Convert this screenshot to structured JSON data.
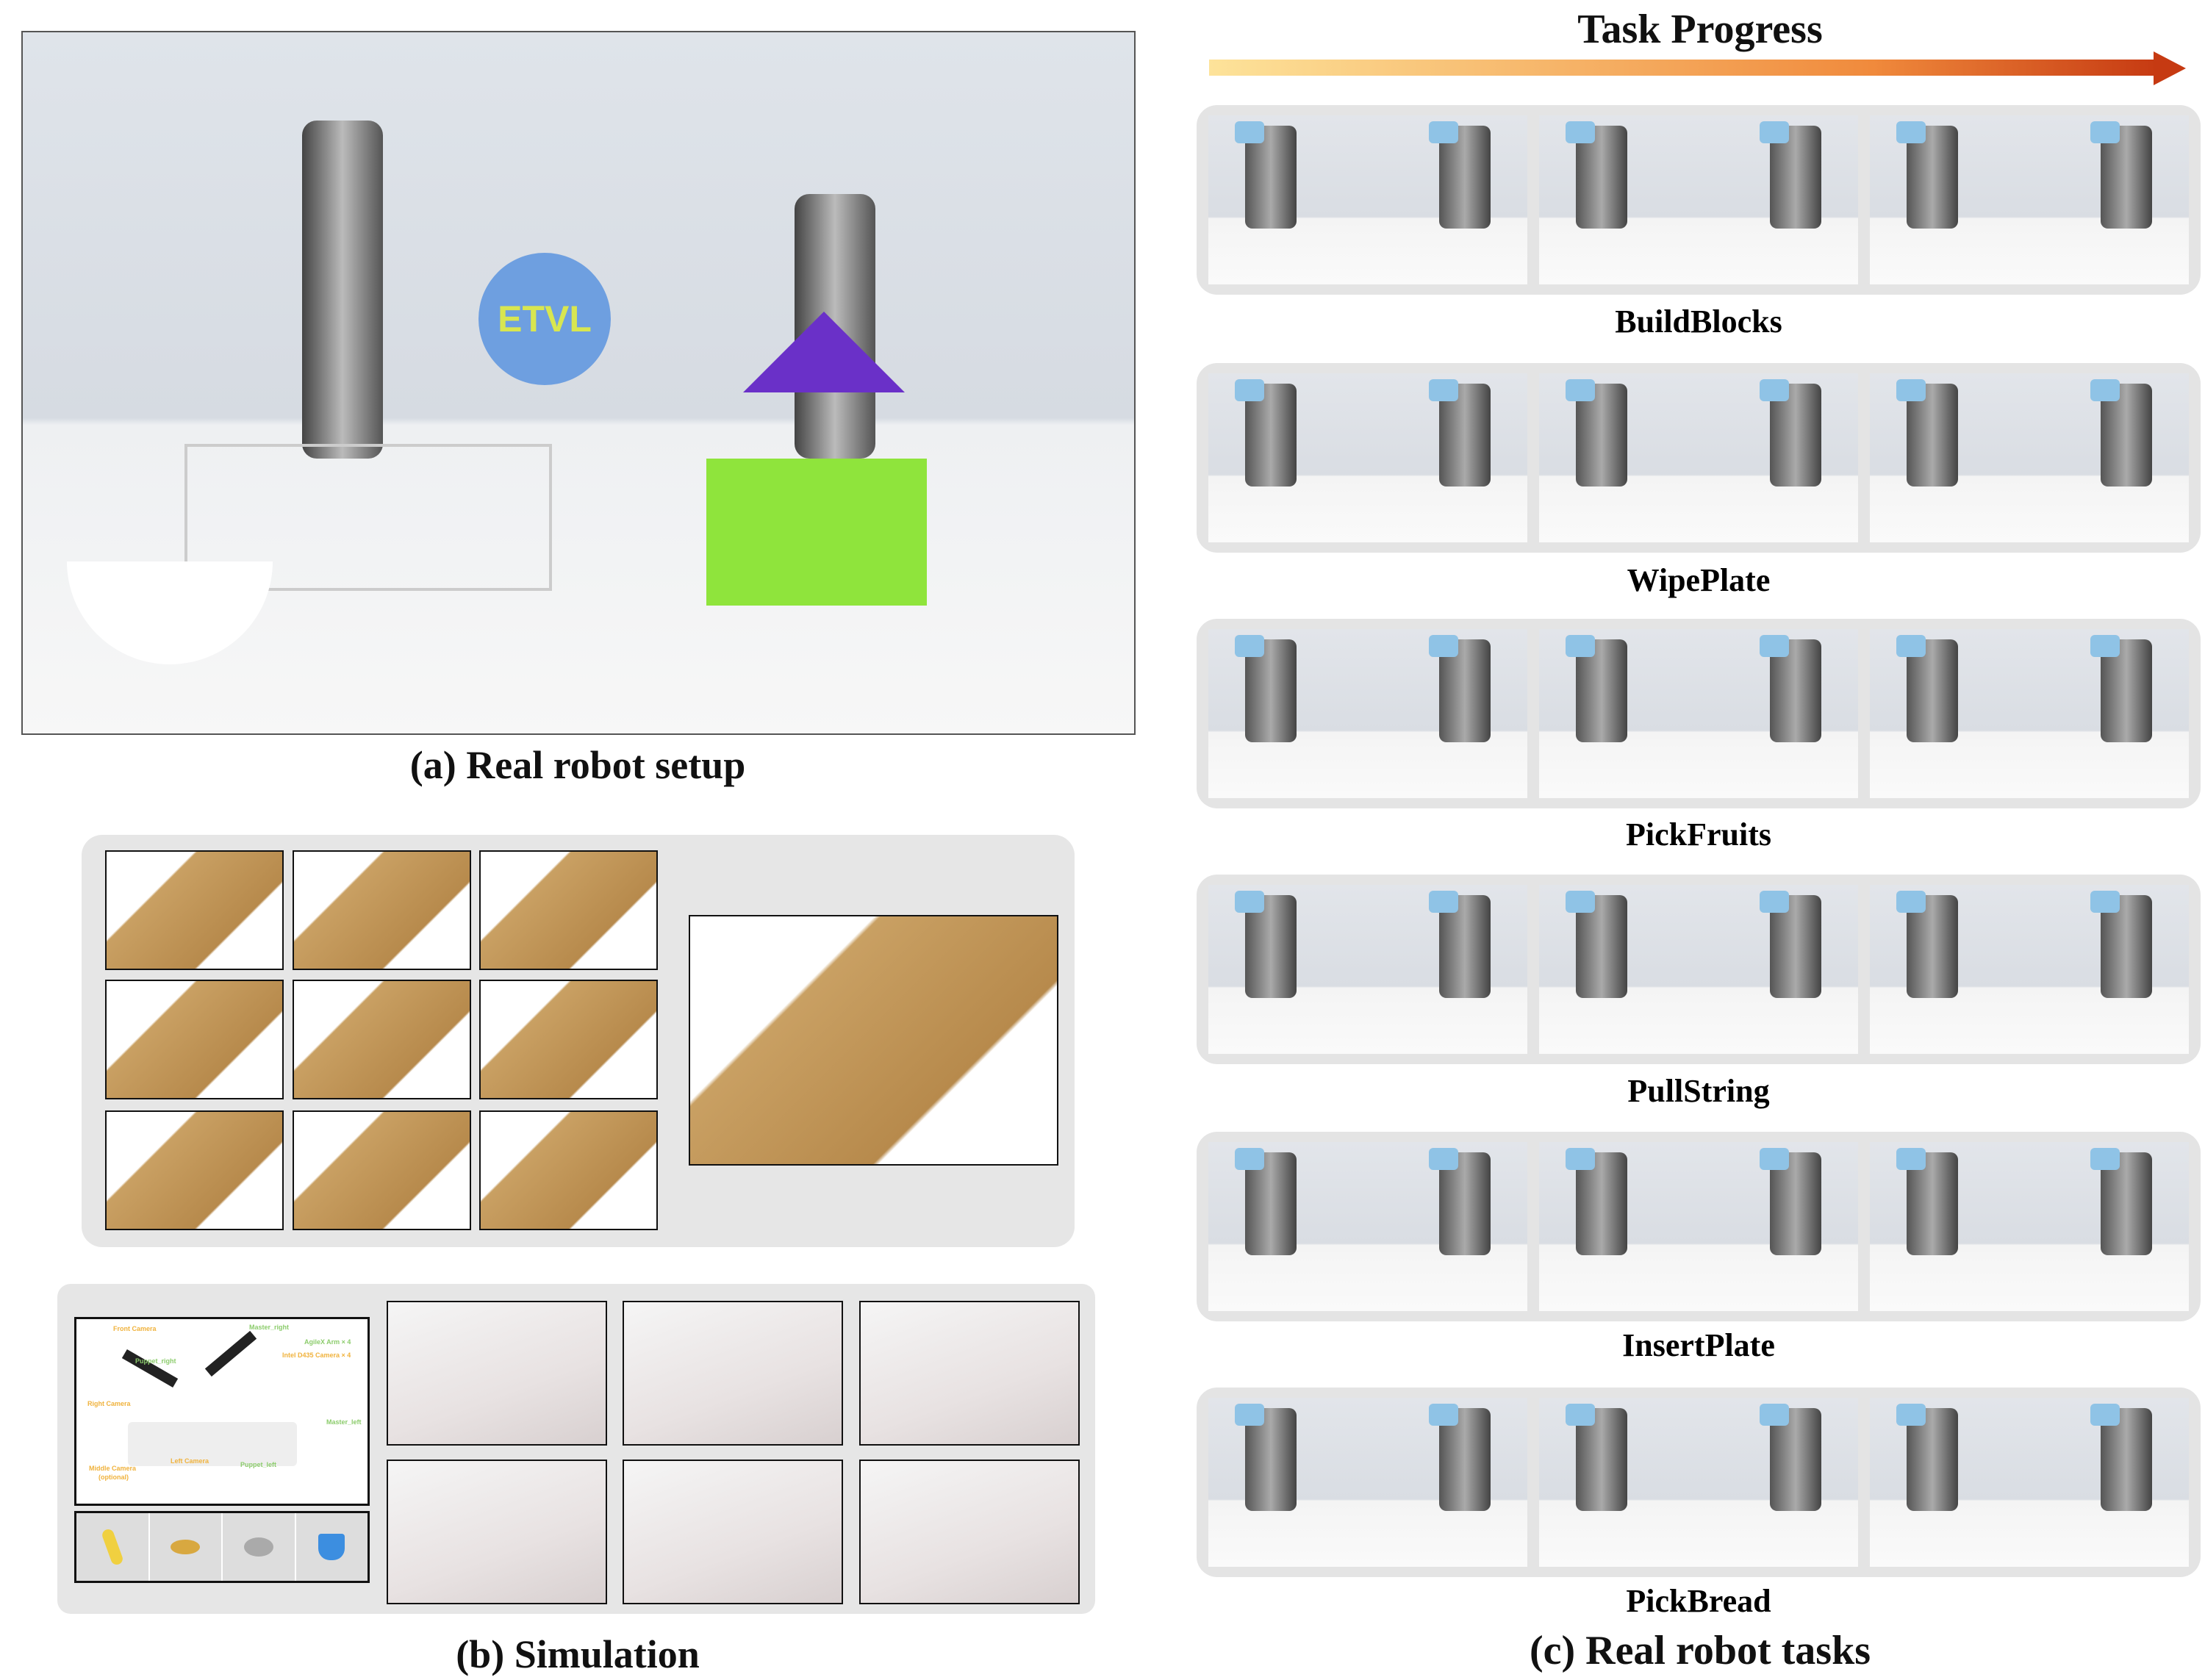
{
  "panel_a": {
    "caption": "(a) Real robot setup",
    "photo_text": "ETVL"
  },
  "panel_b": {
    "caption": "(b) Simulation",
    "diagram_labels": {
      "front_camera": "Front Camera",
      "master_right": "Master_right",
      "agilex_arm": "AgileX Arm × 4",
      "intel_camera": "Intel D435 Camera × 4",
      "puppet_right": "Puppet_right",
      "right_camera": "Right Camera",
      "master_left": "Master_left",
      "left_camera": "Left Camera",
      "puppet_left": "Puppet_left",
      "middle_camera": "Middle Camera",
      "optional": "(optional)"
    }
  },
  "panel_c": {
    "title": "Task Progress",
    "caption": "(c) Real robot tasks",
    "arrow_colors": [
      "#fde39a",
      "#f08a3c",
      "#c63a12"
    ],
    "tasks": [
      {
        "name": "BuildBlocks"
      },
      {
        "name": "WipePlate"
      },
      {
        "name": "PickFruits"
      },
      {
        "name": "PullString"
      },
      {
        "name": "InsertPlate"
      },
      {
        "name": "PickBread"
      }
    ]
  }
}
